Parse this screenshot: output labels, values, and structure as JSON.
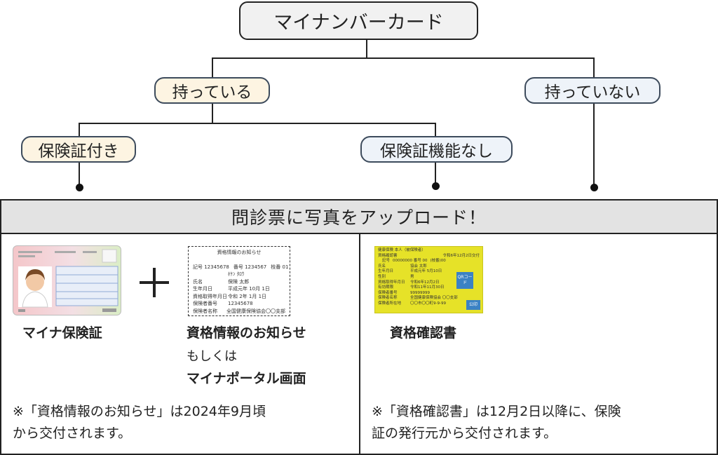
{
  "root": {
    "label": "マイナンバーカード"
  },
  "branches": {
    "have": "持っている",
    "have_not": "持っていない",
    "with_insurance": "保険証付き",
    "no_insurance": "保険証機能なし"
  },
  "panel": {
    "title": "問診票に写真をアップロード！",
    "left": {
      "card_caption": "マイナ保険証",
      "doc_caption": "資格情報のお知らせ",
      "or_text": "もしくは",
      "portal_caption": "マイナポータル画面",
      "note_line1": "※「資格情報のお知らせ」は2024年9月頃",
      "note_line2": "から交付されます。"
    },
    "right": {
      "cert_caption": "資格確認書",
      "note_line1": "※「資格確認書」は12月2日以降に、保険",
      "note_line2": "証の発行元から交付されます。"
    }
  },
  "notice_doc": {
    "title": "資格情報のお知らせ",
    "rows": [
      [
        "記号 12345678",
        "番号 1234567",
        "枝番 01"
      ],
      [
        "",
        "ﾎｹﾝ ﾀﾛｳ"
      ],
      [
        "氏名",
        "保険 太郎"
      ],
      [
        "生年月日",
        "平成元年 10月 1日"
      ],
      [
        "資格取得年月日",
        "令和 2年 1月 1日"
      ],
      [
        "保険者番号",
        "12345678"
      ],
      [
        "保険者名称",
        "全国健康保険協会〇〇支部"
      ]
    ]
  },
  "cert_card": {
    "header": "健康保険 本人（被保険者）",
    "title": "資格確認書",
    "issue_date": "令和6年12月2日交付",
    "fields": [
      [
        "記号",
        "00000000  番号 00",
        "(枝番)00"
      ],
      [
        "氏名",
        "協会 太郎"
      ],
      [
        "生年月日",
        "平成元年 5月10日"
      ],
      [
        "性別",
        "男"
      ],
      [
        "資格取得年月日",
        "令和6年12月2日"
      ],
      [
        "有効期限",
        "令和11年11月30日"
      ],
      [
        "保険者番号",
        "99999999"
      ],
      [
        "保険者名称",
        "全国健康保険協会 〇〇支部"
      ],
      [
        "保険者所在地",
        "〇〇市〇〇町9-9-99"
      ]
    ],
    "qr_label": "QRコード",
    "stamp_label": "公印"
  },
  "colors": {
    "cream_box": "#fdf4e2",
    "pale_box": "#eef3f9",
    "header_gray": "#e3e3e3",
    "cert_yellow": "#e6e228",
    "qr_blue": "#3b82c4"
  }
}
